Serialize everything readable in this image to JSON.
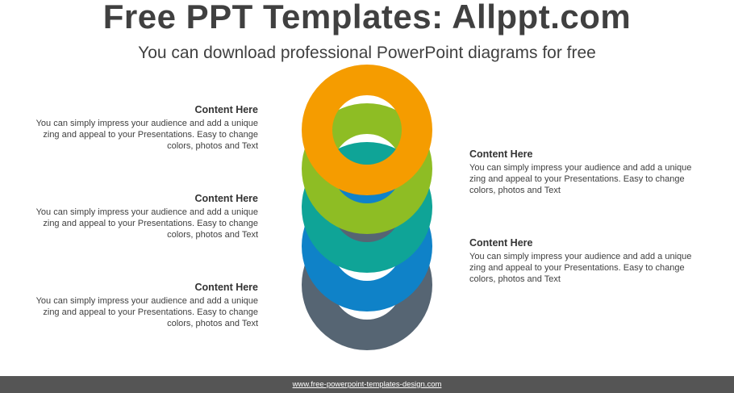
{
  "title": "Free PPT Templates: Allppt.com",
  "subtitle": "You can download professional PowerPoint diagrams for free",
  "rings": [
    {
      "color": "#566573"
    },
    {
      "color": "#0f82c8"
    },
    {
      "color": "#0fa497"
    },
    {
      "color": "#8ebd24"
    },
    {
      "color": "#f59c00"
    }
  ],
  "blocks": {
    "left_top": {
      "heading": "Content  Here",
      "body": "You can simply impress your audience and add a unique zing and appeal to your Presentations. Easy to change colors, photos and Text"
    },
    "left_mid": {
      "heading": "Content  Here",
      "body": "You can simply impress your audience and add a unique zing and appeal to your Presentations. Easy to change colors, photos and Text"
    },
    "left_bottom": {
      "heading": "Content  Here",
      "body": "You can simply impress your audience and add a unique zing and appeal to your Presentations. Easy to change colors, photos and Text"
    },
    "right_top": {
      "heading": "Content  Here",
      "body": "You can simply impress your audience and add a unique zing and appeal to your Presentations. Easy to change colors, photos and Text"
    },
    "right_bottom": {
      "heading": "Content  Here",
      "body": "You can simply impress your audience and add a unique zing and appeal to your Presentations. Easy to change colors, photos and Text"
    }
  },
  "footer": {
    "url": "www.free-powerpoint-templates-design.com"
  }
}
